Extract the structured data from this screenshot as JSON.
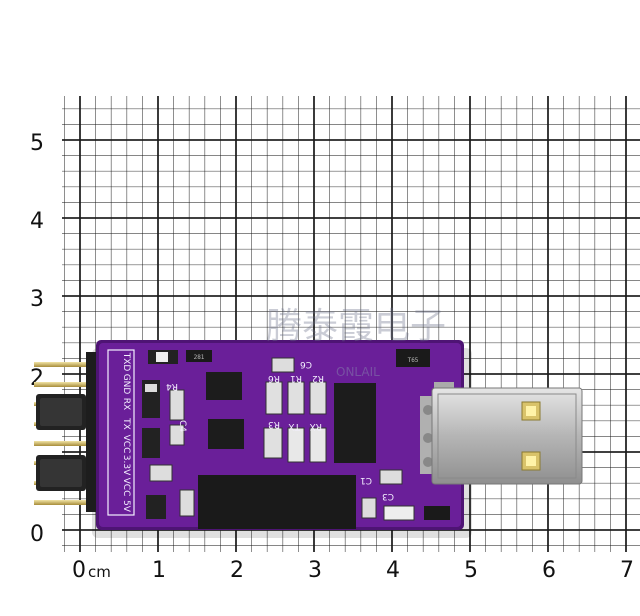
{
  "ruler": {
    "x_labels": [
      "0",
      "1",
      "2",
      "3",
      "4",
      "5",
      "6",
      "7"
    ],
    "x_unit": "cm",
    "y_labels": [
      "0",
      "2",
      "3",
      "4",
      "5"
    ]
  },
  "board": {
    "pin_labels": [
      "TXD",
      "GND",
      "RX",
      "TX",
      "VCC",
      "3.3V",
      "VCC",
      "5V"
    ],
    "silk_labels": {
      "r4": "R4",
      "r6": "R6",
      "r1": "R1",
      "r2": "R2",
      "r3": "R3",
      "c4": "C4",
      "c6": "C6",
      "c3": "C3",
      "c1": "C1",
      "tx": "TX",
      "rx": "RX",
      "led": "T65"
    },
    "watermark": "腾泰霞电子",
    "watermark_sub": "ONLAIL"
  },
  "colors": {
    "pcb": "#6a1f99",
    "pcb_edge": "#4e1474",
    "grid": "#1a1a1a",
    "usb_metal": "#c9c9c9",
    "jumper": "#222222"
  }
}
